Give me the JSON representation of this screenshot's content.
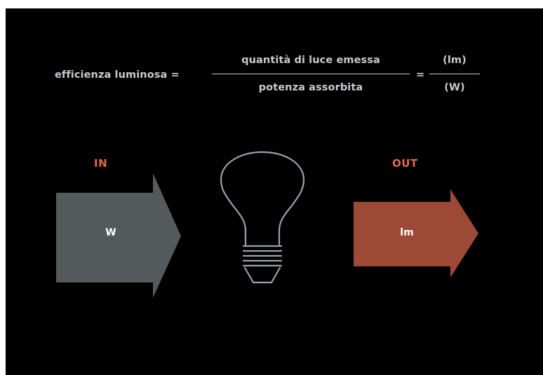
{
  "formula": {
    "lhs": "efficienza luminosa =",
    "numerator": "quantità di luce emessa",
    "denominator": "potenza assorbita",
    "equals": "=",
    "unit_numerator": "(lm)",
    "unit_denominator": "(W)"
  },
  "input": {
    "label": "IN",
    "value": "W",
    "color": "#54595c"
  },
  "output": {
    "label": "OUT",
    "value": "lm",
    "color": "#9c4a36"
  },
  "accent_color": "#e46a4c",
  "text_color": "#c4ccd1",
  "bulb_icon": "light-bulb-icon"
}
